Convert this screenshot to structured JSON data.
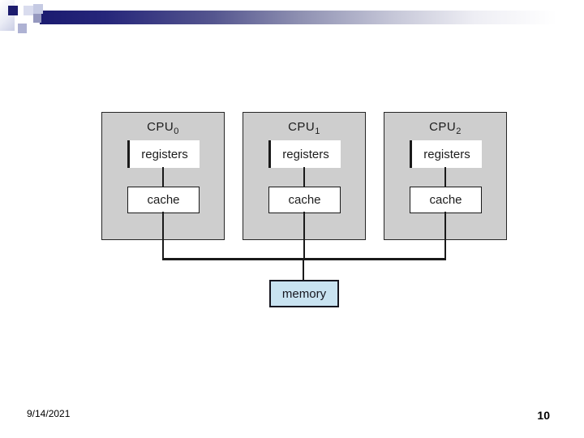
{
  "colors": {
    "bar-navy": "#1b1b70",
    "bar-mid": "#8f91b2",
    "strip-light": "#e9ebf5",
    "strip-dark": "#c9cde4",
    "sq-navy": "#1c1c6e",
    "sq-light": "#d9dcee",
    "sq-pale": "#c5cae3",
    "sq-slate": "#9598bf",
    "sq-lav": "#aeb2d3",
    "cpu-fill": "#cecece",
    "cpu-border": "#262626",
    "line": "#1a1a1a",
    "white-box": "#ffffff",
    "memory-fill": "#c9e3f1",
    "memory-border": "#16161f",
    "text": "#1c1c1c"
  },
  "diagram": {
    "cpus": [
      {
        "label": "CPU",
        "sub": "0",
        "registers": "registers",
        "cache": "cache"
      },
      {
        "label": "CPU",
        "sub": "1",
        "registers": "registers",
        "cache": "cache"
      },
      {
        "label": "CPU",
        "sub": "2",
        "registers": "registers",
        "cache": "cache"
      }
    ],
    "memory": "memory"
  },
  "footer": {
    "date": "9/14/2021",
    "page": "10"
  }
}
